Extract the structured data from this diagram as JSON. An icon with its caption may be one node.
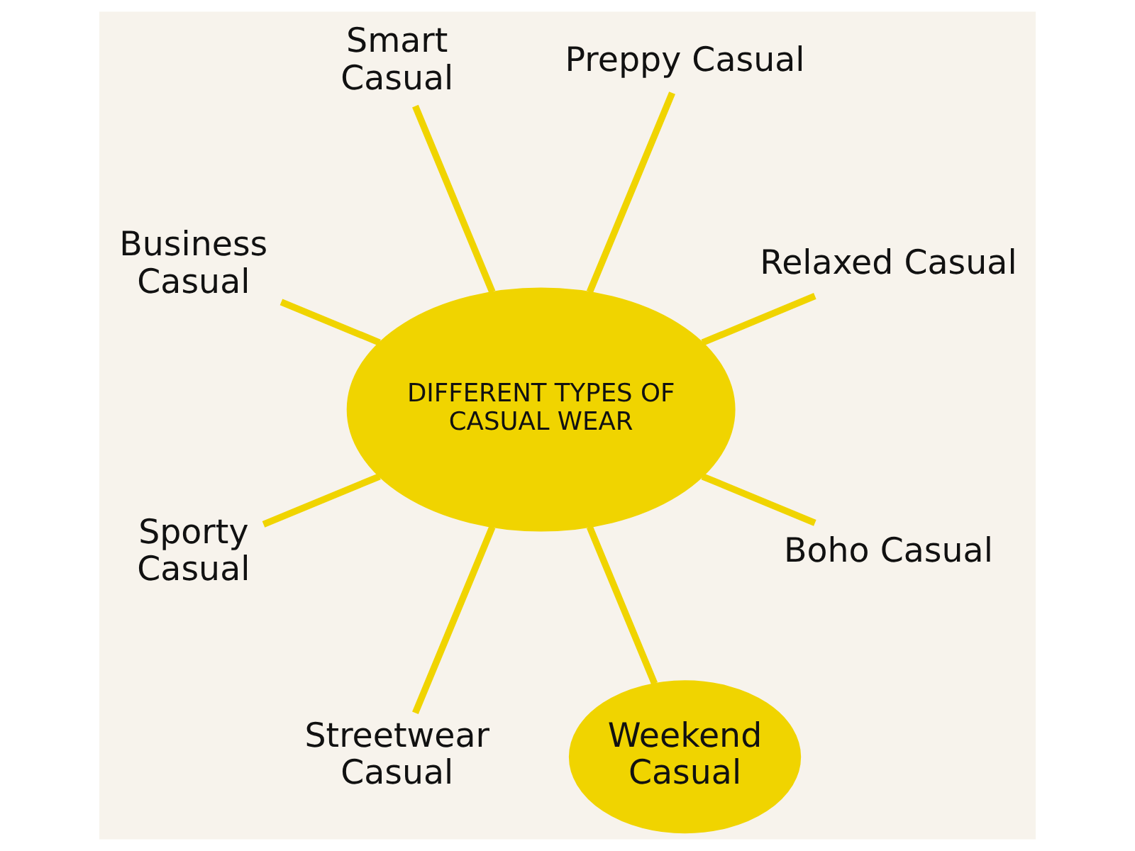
{
  "diagram": {
    "nodes": [
      {
        "text": [
          "DIFFERENT TYPES OF CASUAL WEAR"
        ]
      },
      {
        "text": [
          "Preppy Casual"
        ]
      },
      {
        "text": [
          "Relaxed Casual"
        ]
      },
      {
        "text": [
          "Boho Casual"
        ]
      },
      {
        "text": [
          "Weekend Casual"
        ]
      },
      {
        "text": [
          "Streetwear Casual"
        ]
      },
      {
        "text": [
          "Sporty Casual"
        ]
      },
      {
        "text": [
          "Business Casual"
        ]
      },
      {
        "text": [
          "Smart Casual"
        ]
      }
    ],
    "edges": [
      {
        "from": 0,
        "to": 1,
        "arrow": "none"
      },
      {
        "from": 0,
        "to": 2,
        "arrow": "none"
      },
      {
        "from": 0,
        "to": 3,
        "arrow": "none"
      },
      {
        "from": 0,
        "to": 4,
        "arrow": "none"
      },
      {
        "from": 0,
        "to": 5,
        "arrow": "none"
      },
      {
        "from": 0,
        "to": 6,
        "arrow": "none"
      },
      {
        "from": 0,
        "to": 7,
        "arrow": "none"
      },
      {
        "from": 0,
        "to": 8,
        "arrow": "none"
      }
    ]
  }
}
